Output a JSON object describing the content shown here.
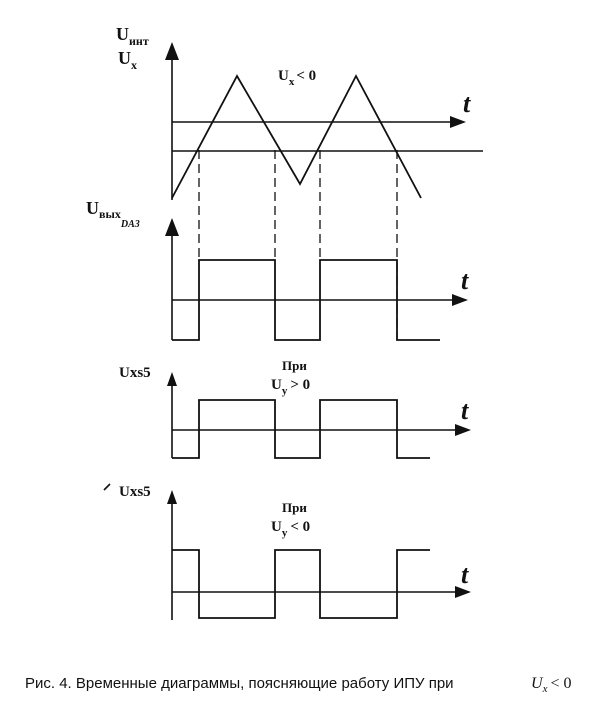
{
  "panel1": {
    "y_label_1_main": "U",
    "y_label_1_sub": "инт",
    "y_label_2_main": "U",
    "y_label_2_sub": "x",
    "condition_main": "U",
    "condition_sub": "x",
    "condition_rest": "< 0",
    "t_label": "t"
  },
  "panel2": {
    "y_label_main": "U",
    "y_label_sub1": "вых",
    "y_label_sub2": "DA3",
    "t_label": "t"
  },
  "panel3": {
    "y_label": "Uxs5",
    "note_line1": "При",
    "note_main": "U",
    "note_sub": "y",
    "note_rest": "> 0",
    "t_label": "t"
  },
  "panel4": {
    "y_label": "Uxs5",
    "note_line1": "При",
    "note_main": "U",
    "note_sub": "y",
    "note_rest": "< 0",
    "t_label": "t"
  },
  "caption": {
    "text": "Рис. 4. Временные диаграммы, поясняющие работу ИПУ при",
    "var_main": "U",
    "var_sub": "x",
    "var_rest": "< 0"
  }
}
